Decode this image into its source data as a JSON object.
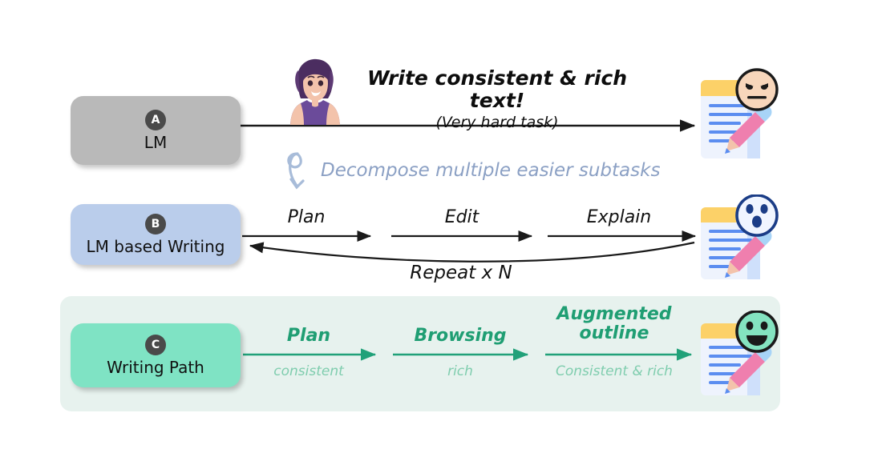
{
  "figure": {
    "rows": [
      {
        "id": "A",
        "badge": "A",
        "label": "LM",
        "box_color": "#b9b9b9",
        "headline": "Write consistent & rich text!",
        "headline_sub": "(Very hard task)",
        "result_face": "unamused-face",
        "steps": []
      },
      {
        "id": "B",
        "badge": "B",
        "label": "LM based Writing",
        "box_color": "#bacdeb",
        "steps": [
          {
            "label": "Plan"
          },
          {
            "label": "Edit"
          },
          {
            "label": "Explain"
          }
        ],
        "feedback_label": "Repeat x N",
        "result_face": "astonished-face"
      },
      {
        "id": "C",
        "badge": "C",
        "label": "Writing Path",
        "box_color": "#7fe3c4",
        "panel_color": "#e7f2ee",
        "steps": [
          {
            "label": "Plan",
            "sub": "consistent"
          },
          {
            "label": "Browsing",
            "sub": "rich"
          },
          {
            "label": "Augmented\noutline",
            "sub": "Consistent & rich"
          }
        ],
        "result_face": "grinning-face"
      }
    ],
    "annotation": {
      "decompose": "Decompose multiple easier subtasks",
      "decompose_color": "#8ba0c4"
    },
    "icons": {
      "person": "woman-avatar-icon",
      "document": "document-with-pencil-icon",
      "curved_arrow": "curved-down-arrow-icon"
    },
    "colors": {
      "accent_green": "#21a179",
      "accent_green_light": "#7fcdae",
      "arrow_black": "#1a1a1a",
      "badge": "#4a4a4a"
    }
  }
}
